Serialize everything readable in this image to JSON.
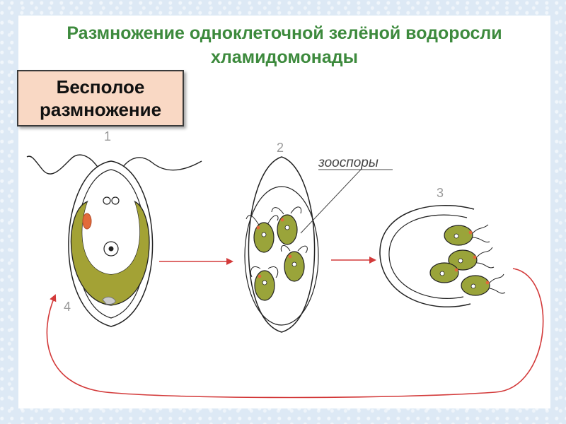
{
  "title_line1": "Размножение одноклеточной зелёной водоросли",
  "title_line2": "хламидомонады",
  "label": "Бесполое размножение",
  "stage_numbers": [
    "1",
    "2",
    "3",
    "4"
  ],
  "zoospore_label": "зооспоры",
  "colors": {
    "title": "#3d8a3d",
    "label_bg": "#f9d8c4",
    "chloroplast": "#a3a235",
    "zoospore": "#9aa43a",
    "arrow": "#d33a3a",
    "eyespot": "#e26a3a"
  }
}
